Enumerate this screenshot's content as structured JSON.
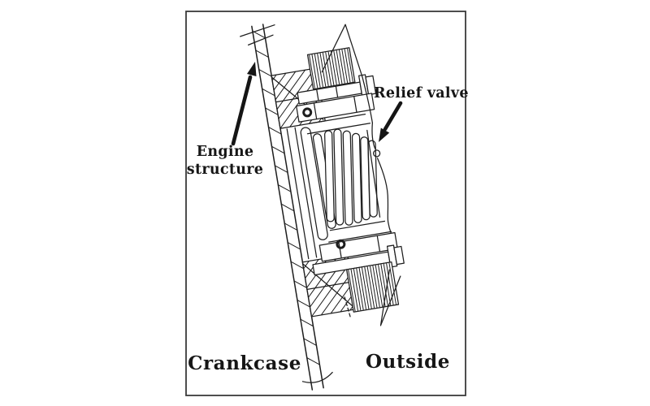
{
  "page": {
    "background": "#ffffff"
  },
  "figure": {
    "type": "sectional technical drawing of a crankcase relief valve",
    "frame_color": "#3a3a3a",
    "ink_color": "#1d1d1d",
    "labels": {
      "engine_structure": [
        "Engine",
        "structure"
      ],
      "relief_valve": "Relief valve",
      "region_left": "Crankcase",
      "region_right": "Outside"
    }
  }
}
